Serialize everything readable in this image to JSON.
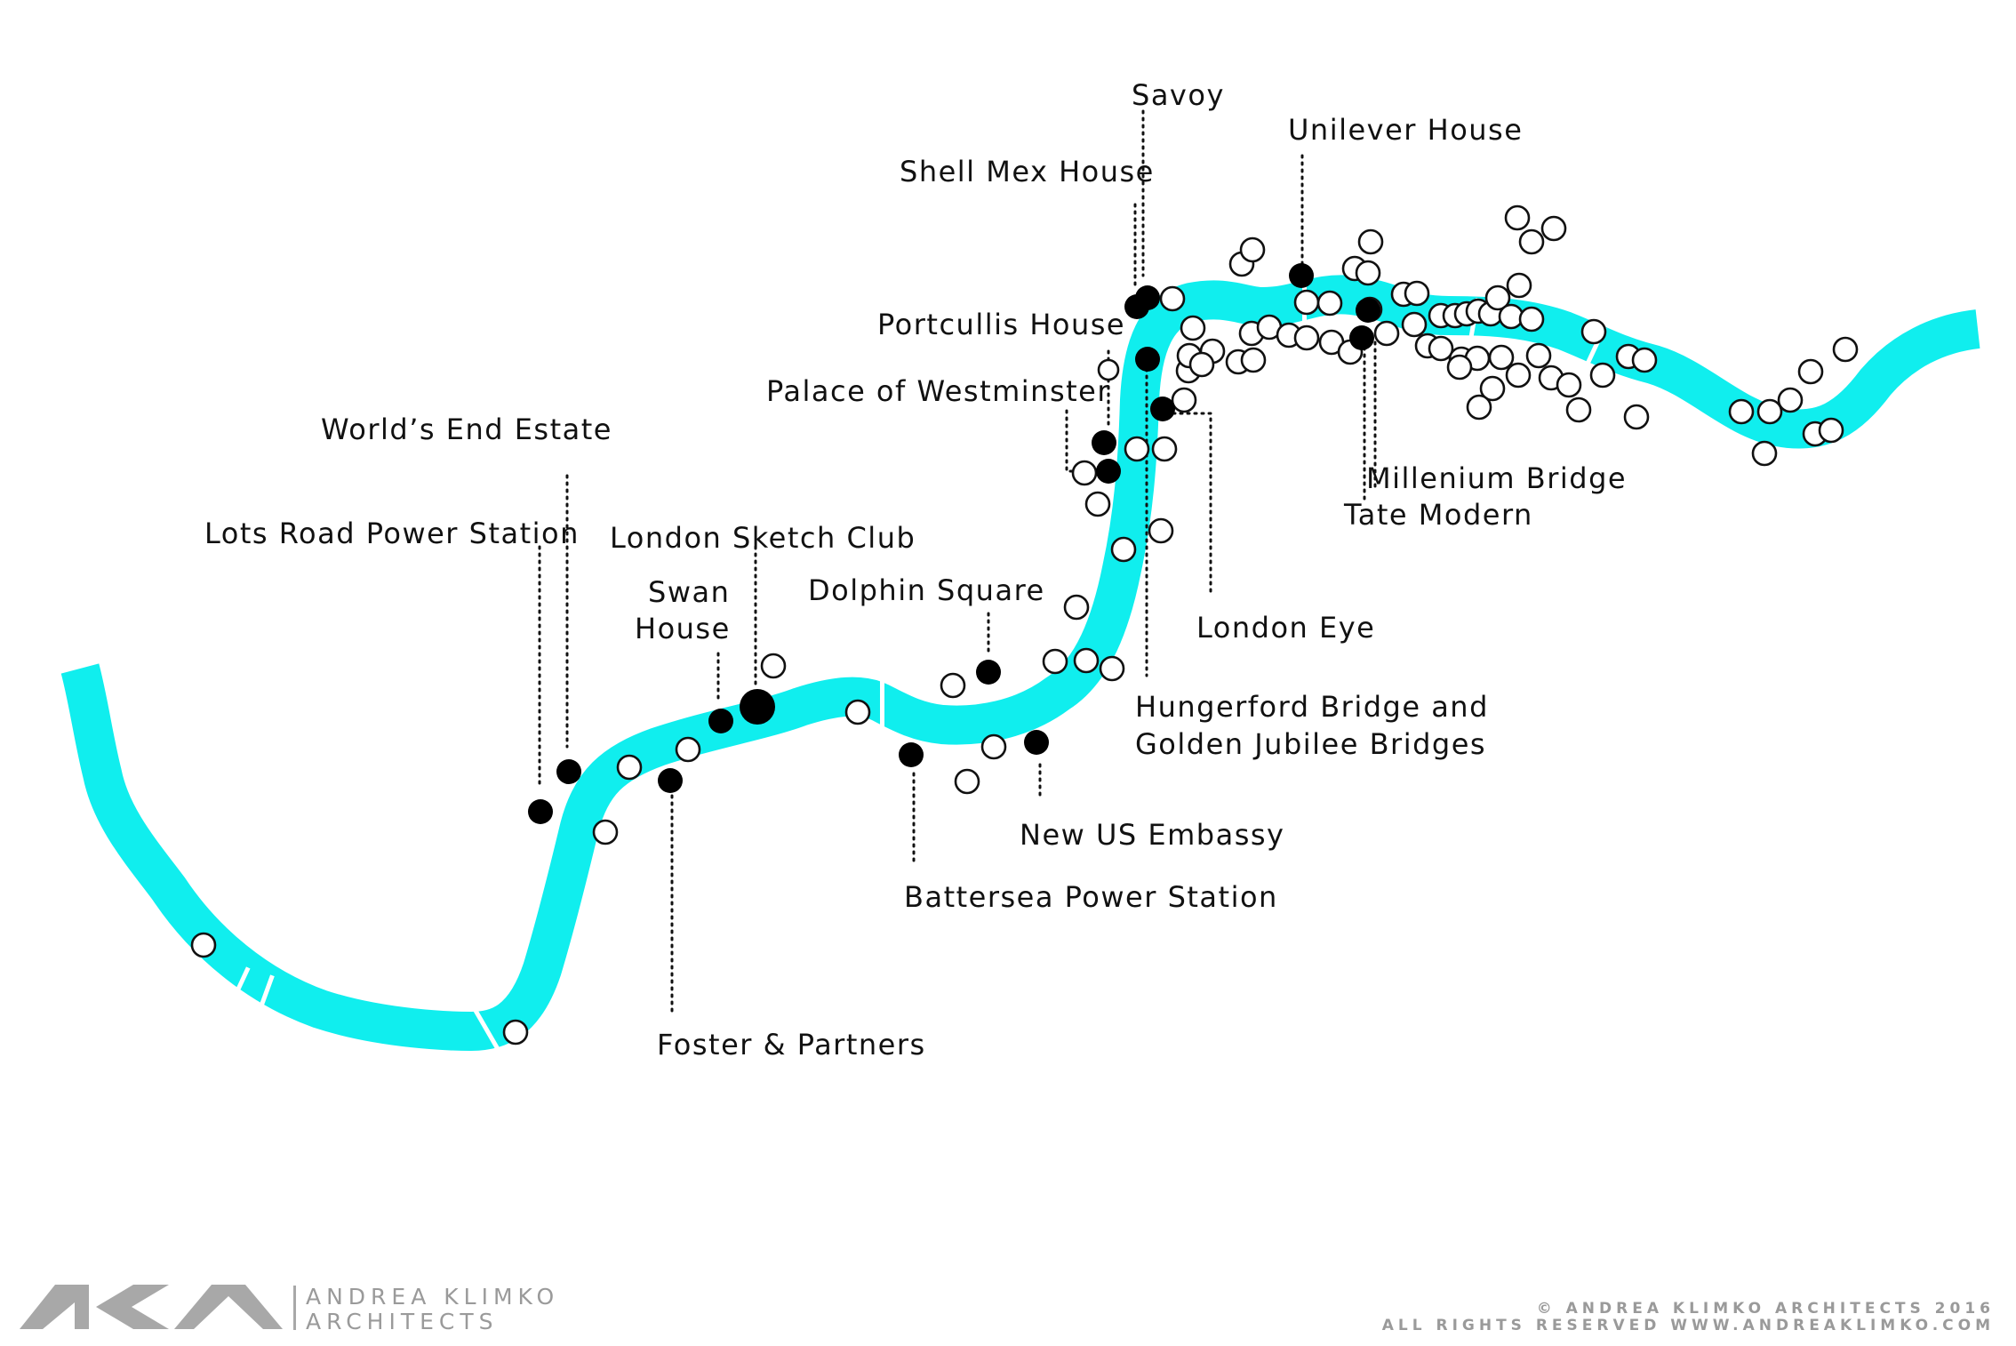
{
  "map": {
    "river_color": "#10eeee",
    "landmarks": [
      {
        "id": "savoy",
        "name": "Savoy"
      },
      {
        "id": "unilever",
        "name": "Unilever House"
      },
      {
        "id": "shellmex",
        "name": "Shell Mex House"
      },
      {
        "id": "portcullis",
        "name": "Portcullis House"
      },
      {
        "id": "westminster",
        "name": "Palace of Westminster"
      },
      {
        "id": "worldsend",
        "name": "World’s End Estate"
      },
      {
        "id": "lotsroad",
        "name": "Lots Road Power Station"
      },
      {
        "id": "sketchclub",
        "name": "London Sketch Club"
      },
      {
        "id": "swan1",
        "name": "Swan"
      },
      {
        "id": "swan2",
        "name": "House"
      },
      {
        "id": "dolphin",
        "name": "Dolphin Square"
      },
      {
        "id": "londoneye",
        "name": "London Eye"
      },
      {
        "id": "millenium",
        "name": "Millenium Bridge"
      },
      {
        "id": "tatemodern",
        "name": "Tate Modern"
      },
      {
        "id": "hungerford1",
        "name": "Hungerford Bridge and"
      },
      {
        "id": "hungerford2",
        "name": "Golden Jubilee Bridges"
      },
      {
        "id": "usembassy",
        "name": "New US Embassy"
      },
      {
        "id": "battersea",
        "name": "Battersea Power Station"
      },
      {
        "id": "foster",
        "name": "Foster & Partners"
      }
    ]
  },
  "footer": {
    "logo_line1": "ANDREA KLIMKO",
    "logo_line2": "ARCHITECTS",
    "copyright_line1": "© ANDREA KLIMKO ARCHITECTS 2016",
    "copyright_line2": "ALL RIGHTS RESERVED WWW.ANDREAKLIMKO.COM"
  }
}
